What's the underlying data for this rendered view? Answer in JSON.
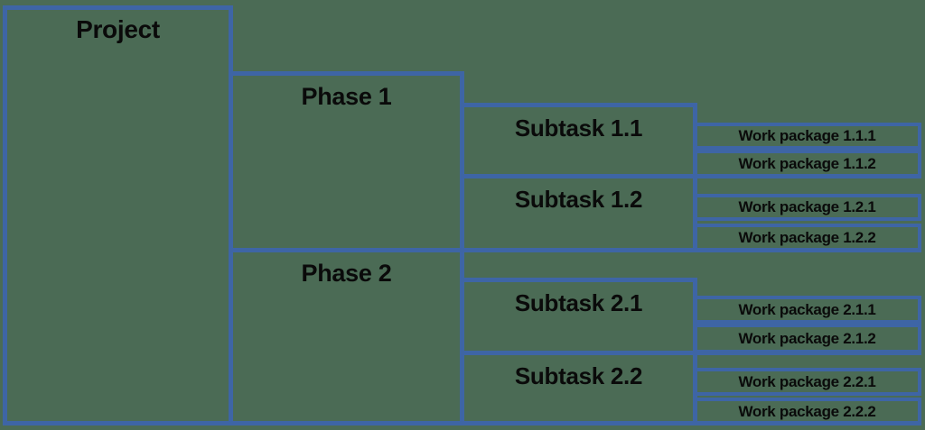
{
  "canvas": {
    "background_color": "#4B6B55",
    "line_color": "#3E65A5",
    "text_color": "#0a0a0a"
  },
  "diagram": {
    "type": "work-breakdown-structure",
    "project": {
      "label": "Project"
    },
    "phases": [
      {
        "label": "Phase 1",
        "subtasks": [
          {
            "label": "Subtask 1.1",
            "work_packages": [
              {
                "label": "Work package 1.1.1"
              },
              {
                "label": "Work package 1.1.2"
              }
            ]
          },
          {
            "label": "Subtask 1.2",
            "work_packages": [
              {
                "label": "Work package 1.2.1"
              },
              {
                "label": "Work package 1.2.2"
              }
            ]
          }
        ]
      },
      {
        "label": "Phase 2",
        "subtasks": [
          {
            "label": "Subtask 2.1",
            "work_packages": [
              {
                "label": "Work package 2.1.1"
              },
              {
                "label": "Work package 2.1.2"
              }
            ]
          },
          {
            "label": "Subtask 2.2",
            "work_packages": [
              {
                "label": "Work package 2.2.1"
              },
              {
                "label": "Work package 2.2.2"
              }
            ]
          }
        ]
      }
    ]
  }
}
